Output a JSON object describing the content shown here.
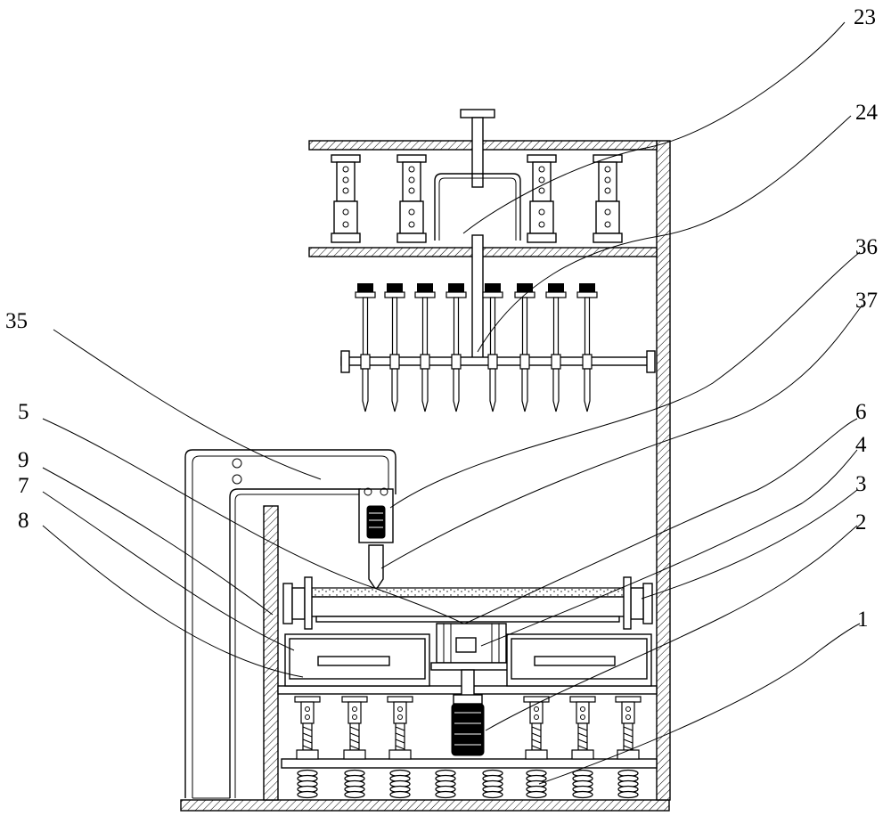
{
  "diagram": {
    "callouts": [
      {
        "id": "c23",
        "text": "23"
      },
      {
        "id": "c24",
        "text": "24"
      },
      {
        "id": "c36",
        "text": "36"
      },
      {
        "id": "c37",
        "text": "37"
      },
      {
        "id": "c35",
        "text": "35"
      },
      {
        "id": "c5",
        "text": "5"
      },
      {
        "id": "c6",
        "text": "6"
      },
      {
        "id": "c9",
        "text": "9"
      },
      {
        "id": "c4",
        "text": "4"
      },
      {
        "id": "c7",
        "text": "7"
      },
      {
        "id": "c3",
        "text": "3"
      },
      {
        "id": "c8",
        "text": "8"
      },
      {
        "id": "c2",
        "text": "2"
      },
      {
        "id": "c1",
        "text": "1"
      }
    ]
  }
}
